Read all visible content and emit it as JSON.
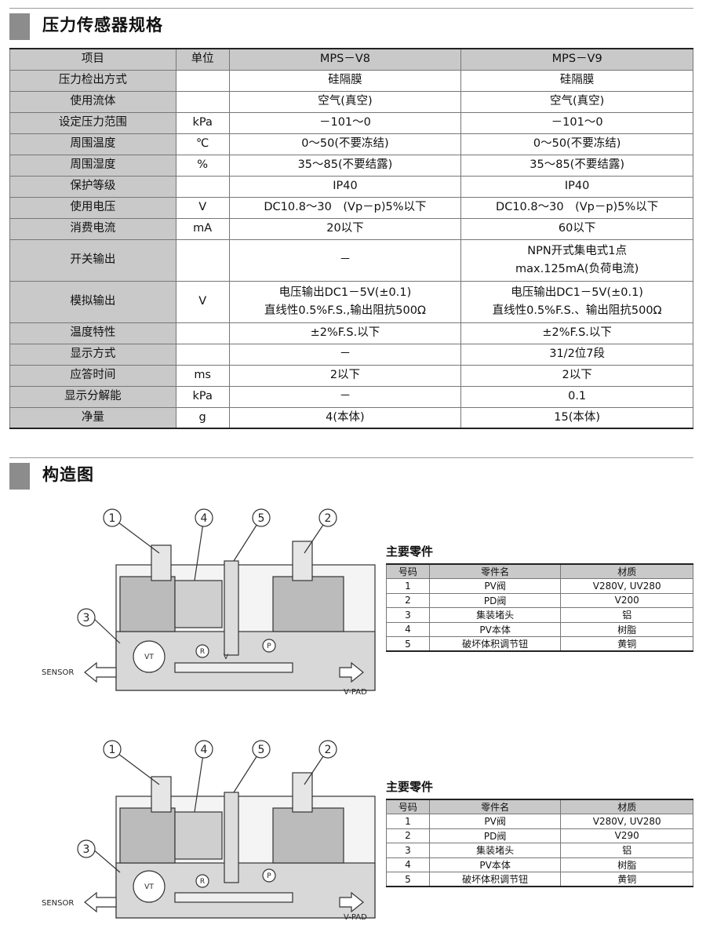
{
  "section1": {
    "title": "压力传感器规格"
  },
  "spec_table": {
    "headers": [
      "项目",
      "单位",
      "MPS－V8",
      "MPS－V9"
    ],
    "rows": [
      {
        "item": "压力检出方式",
        "unit": "",
        "v8": "硅隔膜",
        "v9": "硅隔膜"
      },
      {
        "item": "使用流体",
        "unit": "",
        "v8": "空气(真空)",
        "v9": "空气(真空)"
      },
      {
        "item": "设定压力范围",
        "unit": "kPa",
        "v8": "－101～0",
        "v9": "－101～0"
      },
      {
        "item": "周围温度",
        "unit": "℃",
        "v8": "0～50(不要冻结)",
        "v9": "0～50(不要冻结)"
      },
      {
        "item": "周围湿度",
        "unit": "%",
        "v8": "35～85(不要结露)",
        "v9": "35～85(不要结露)"
      },
      {
        "item": "保护等级",
        "unit": "",
        "v8": "IP40",
        "v9": "IP40"
      },
      {
        "item": "使用电压",
        "unit": "V",
        "v8": "DC10.8～30　(Vp－p)5%以下",
        "v9": "DC10.8～30　(Vp－p)5%以下"
      },
      {
        "item": "消费电流",
        "unit": "mA",
        "v8": "20以下",
        "v9": "60以下"
      },
      {
        "item": "开关输出",
        "unit": "",
        "v8": "－",
        "v9": "NPN开式集电式1点",
        "v9b": "max.125mA(负荷电流)"
      },
      {
        "item": "模拟输出",
        "unit": "V",
        "v8": "电压输出DC1－5V(±0.1)",
        "v8b": "直线性0.5%F.S.,输出阻抗500Ω",
        "v9": "电压输出DC1－5V(±0.1)",
        "v9b": "直线性0.5%F.S.、输出阻抗500Ω"
      },
      {
        "item": "温度特性",
        "unit": "",
        "v8": "±2%F.S.以下",
        "v9": "±2%F.S.以下"
      },
      {
        "item": "显示方式",
        "unit": "",
        "v8": "－",
        "v9": "31/2位7段"
      },
      {
        "item": "应答时间",
        "unit": "ms",
        "v8": "2以下",
        "v9": "2以下"
      },
      {
        "item": "显示分解能",
        "unit": "kPa",
        "v8": "－",
        "v9": "0.1"
      },
      {
        "item": "净量",
        "unit": "g",
        "v8": "4(本体)",
        "v9": "15(本体)"
      }
    ]
  },
  "section2": {
    "title": "构造图"
  },
  "diagram_labels": {
    "n1": "1",
    "n2": "2",
    "n3": "3",
    "n4": "4",
    "n5": "5",
    "sensor": "SENSOR",
    "vpad": "V-PAD",
    "vt": "VT",
    "r": "R",
    "v": "V",
    "p": "P"
  },
  "parts1": {
    "title": "主要零件",
    "headers": [
      "号码",
      "零件名",
      "材质"
    ],
    "rows": [
      {
        "no": "1",
        "name": "PV阀",
        "mat": "V280V, UV280"
      },
      {
        "no": "2",
        "name": "PD阀",
        "mat": "V200"
      },
      {
        "no": "3",
        "name": "集装堵头",
        "mat": "铝"
      },
      {
        "no": "4",
        "name": "PV本体",
        "mat": "树脂"
      },
      {
        "no": "5",
        "name": "破坏体积调节钮",
        "mat": "黄铜"
      }
    ]
  },
  "parts2": {
    "title": "主要零件",
    "headers": [
      "号码",
      "零件名",
      "材质"
    ],
    "rows": [
      {
        "no": "1",
        "name": "PV阀",
        "mat": "V280V, UV280"
      },
      {
        "no": "2",
        "name": "PD阀",
        "mat": "V290"
      },
      {
        "no": "3",
        "name": "集装堵头",
        "mat": "铝"
      },
      {
        "no": "4",
        "name": "PV本体",
        "mat": "树脂"
      },
      {
        "no": "5",
        "name": "破坏体积调节钮",
        "mat": "黄铜"
      }
    ]
  },
  "colors": {
    "header_fill": "#c9c9c9",
    "bar": "#8c8c8c"
  }
}
